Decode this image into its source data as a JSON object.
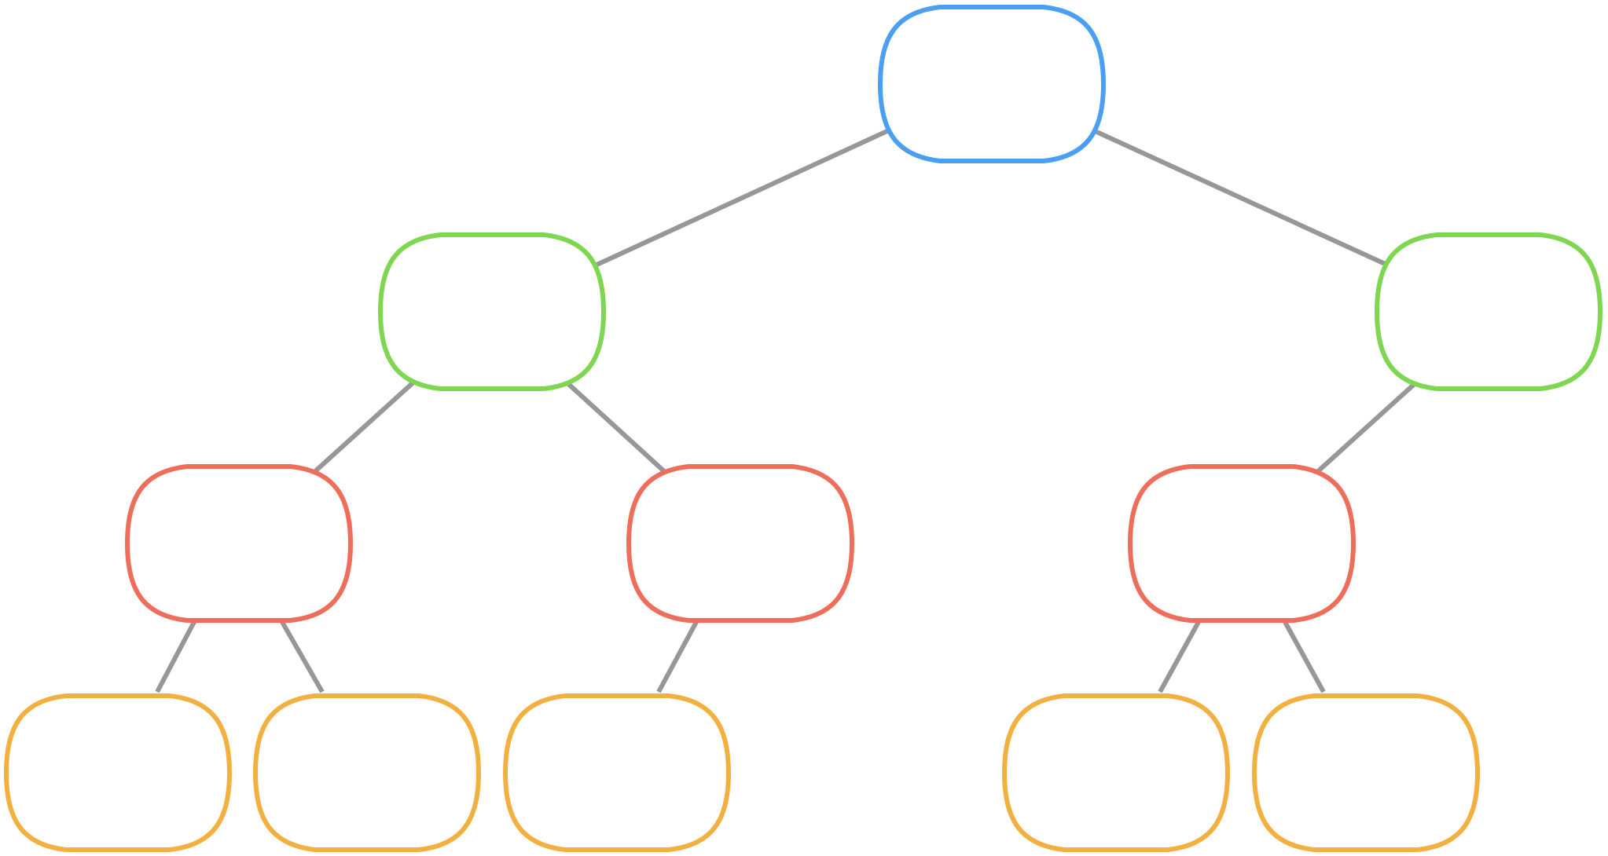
{
  "diagram": {
    "type": "tree",
    "colors": {
      "edge": "#979797",
      "level_0": "#4A9FF0",
      "level_1": "#7ED651",
      "level_2": "#ED6E5A",
      "level_3": "#F2B040"
    },
    "nodes": [
      {
        "id": "root",
        "level": 0,
        "label": ""
      },
      {
        "id": "l",
        "level": 1,
        "label": "",
        "parent": "root"
      },
      {
        "id": "r",
        "level": 1,
        "label": "",
        "parent": "root"
      },
      {
        "id": "ll",
        "level": 2,
        "label": "",
        "parent": "l"
      },
      {
        "id": "lr",
        "level": 2,
        "label": "",
        "parent": "l"
      },
      {
        "id": "rl",
        "level": 2,
        "label": "",
        "parent": "r"
      },
      {
        "id": "lll",
        "level": 3,
        "label": "",
        "parent": "ll"
      },
      {
        "id": "llr",
        "level": 3,
        "label": "",
        "parent": "ll"
      },
      {
        "id": "lrl",
        "level": 3,
        "label": "",
        "parent": "lr"
      },
      {
        "id": "rll",
        "level": 3,
        "label": "",
        "parent": "rl"
      },
      {
        "id": "rlr",
        "level": 3,
        "label": "",
        "parent": "rl"
      }
    ]
  }
}
